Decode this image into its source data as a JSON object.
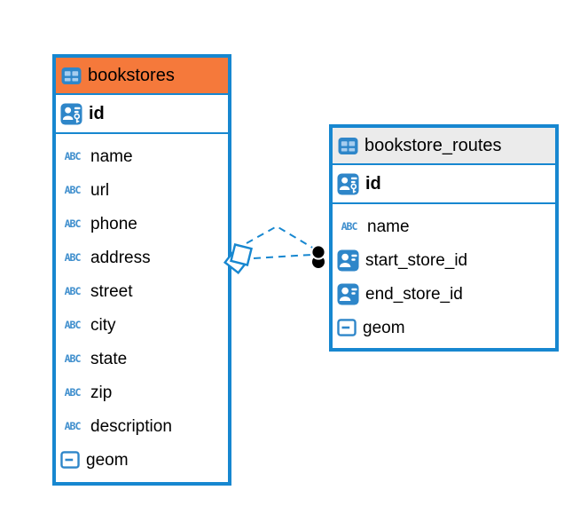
{
  "colors": {
    "table_border": "#1787D0",
    "bookstores_header_bg": "#F5793B",
    "routes_header_bg": "#EBEBEB",
    "icon_blue": "#2E86C9",
    "relation_line": "#1787D0",
    "relation_dot": "#000000",
    "text": "#000000",
    "background": "#FFFFFF"
  },
  "icons": {
    "text_type_label": "ABC"
  },
  "tables": [
    {
      "name": "bookstores",
      "primary_key": {
        "name": "id",
        "icon": "primary-key-icon"
      },
      "columns": [
        {
          "name": "name",
          "icon": "text-type-icon"
        },
        {
          "name": "url",
          "icon": "text-type-icon"
        },
        {
          "name": "phone",
          "icon": "text-type-icon"
        },
        {
          "name": "address",
          "icon": "text-type-icon"
        },
        {
          "name": "street",
          "icon": "text-type-icon"
        },
        {
          "name": "city",
          "icon": "text-type-icon"
        },
        {
          "name": "state",
          "icon": "text-type-icon"
        },
        {
          "name": "zip",
          "icon": "text-type-icon"
        },
        {
          "name": "description",
          "icon": "text-type-icon"
        },
        {
          "name": "geom",
          "icon": "geometry-type-icon"
        }
      ]
    },
    {
      "name": "bookstore_routes",
      "primary_key": {
        "name": "id",
        "icon": "primary-key-icon"
      },
      "columns": [
        {
          "name": "name",
          "icon": "text-type-icon"
        },
        {
          "name": "start_store_id",
          "icon": "foreign-key-icon"
        },
        {
          "name": "end_store_id",
          "icon": "foreign-key-icon"
        },
        {
          "name": "geom",
          "icon": "geometry-type-icon"
        }
      ]
    }
  ],
  "relation": {
    "style": "dashed",
    "from_table": "bookstores",
    "to_table": "bookstore_routes",
    "end_markers": [
      "diamond",
      "dot"
    ]
  }
}
